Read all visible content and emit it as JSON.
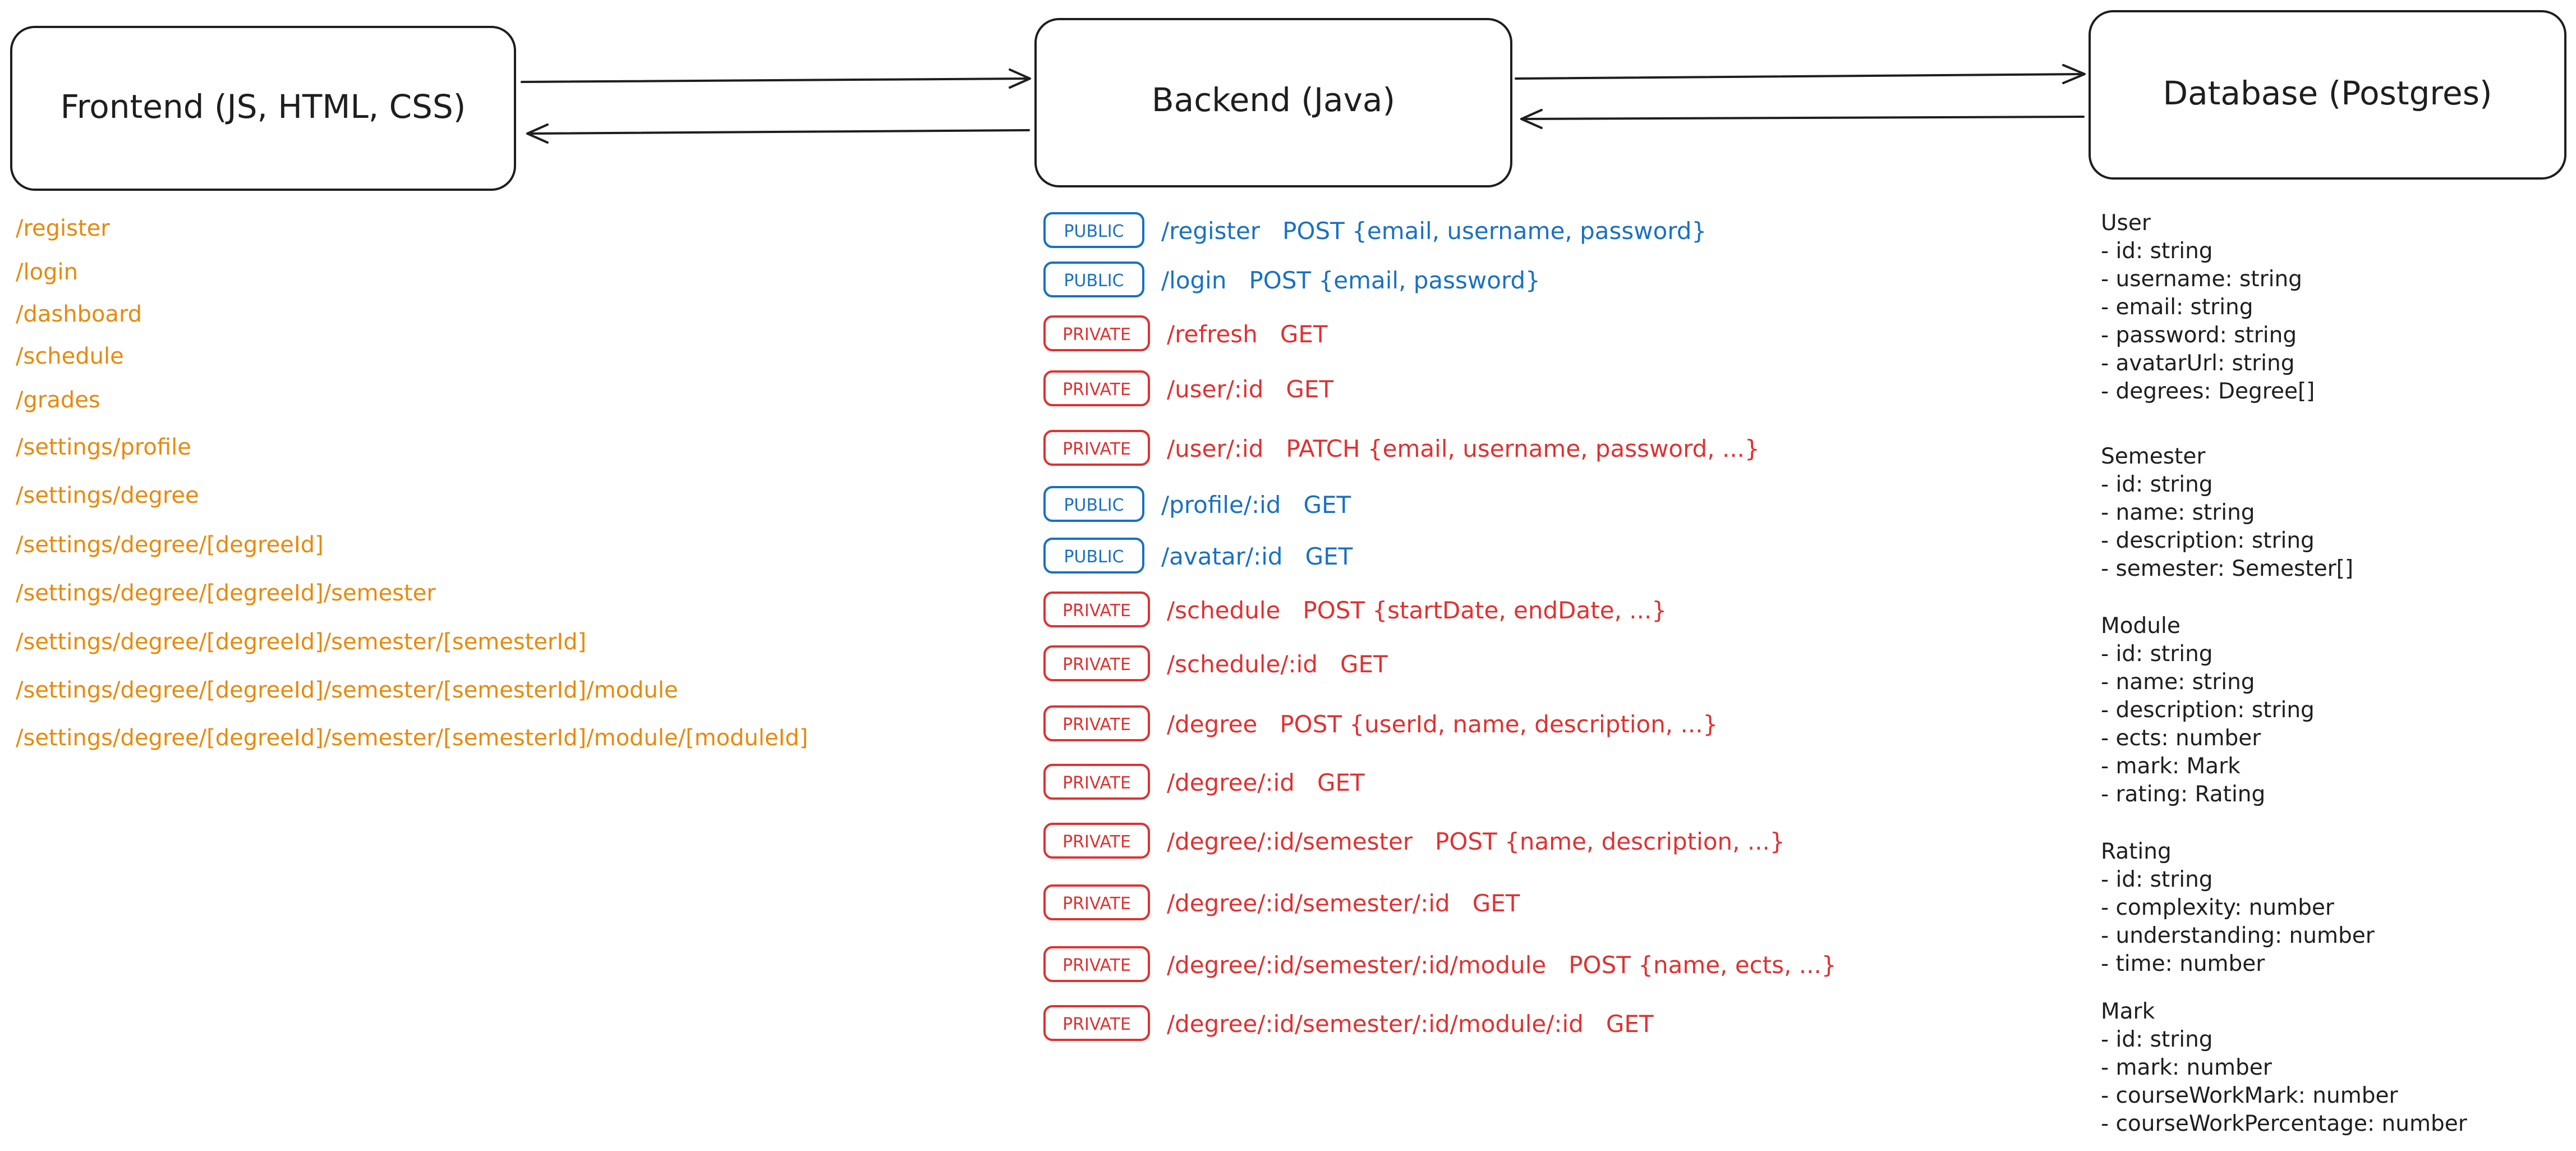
{
  "boxes": {
    "frontend": "Frontend (JS, HTML, CSS)",
    "backend": "Backend (Java)",
    "database": "Database (Postgres)"
  },
  "frontend_routes": [
    "/register",
    "/login",
    "/dashboard",
    "/schedule",
    "/grades",
    "/settings/profile",
    "/settings/degree",
    "/settings/degree/[degreeId]",
    "/settings/degree/[degreeId]/semester",
    "/settings/degree/[degreeId]/semester/[semesterId]",
    "/settings/degree/[degreeId]/semester/[semesterId]/module",
    "/settings/degree/[degreeId]/semester/[semesterId]/module/[moduleId]"
  ],
  "endpoints": [
    {
      "access": "PUBLIC",
      "path": "/register",
      "desc": "POST {email, username, password}"
    },
    {
      "access": "PUBLIC",
      "path": "/login",
      "desc": "POST {email, password}"
    },
    {
      "access": "PRIVATE",
      "path": "/refresh",
      "desc": "GET"
    },
    {
      "access": "PRIVATE",
      "path": "/user/:id",
      "desc": "GET"
    },
    {
      "access": "PRIVATE",
      "path": "/user/:id",
      "desc": "PATCH {email, username, password, ...}"
    },
    {
      "access": "PUBLIC",
      "path": "/profile/:id",
      "desc": "GET"
    },
    {
      "access": "PUBLIC",
      "path": "/avatar/:id",
      "desc": "GET"
    },
    {
      "access": "PRIVATE",
      "path": "/schedule",
      "desc": "POST {startDate, endDate, ...}"
    },
    {
      "access": "PRIVATE",
      "path": "/schedule/:id",
      "desc": "GET"
    },
    {
      "access": "PRIVATE",
      "path": "/degree",
      "desc": "POST {userId, name, description, ...}"
    },
    {
      "access": "PRIVATE",
      "path": "/degree/:id",
      "desc": "GET"
    },
    {
      "access": "PRIVATE",
      "path": "/degree/:id/semester",
      "desc": "POST {name, description, ...}"
    },
    {
      "access": "PRIVATE",
      "path": "/degree/:id/semester/:id",
      "desc": "GET"
    },
    {
      "access": "PRIVATE",
      "path": "/degree/:id/semester/:id/module",
      "desc": "POST {name, ects, ...}"
    },
    {
      "access": "PRIVATE",
      "path": "/degree/:id/semester/:id/module/:id",
      "desc": "GET"
    }
  ],
  "schemas": [
    {
      "name": "User",
      "fields": [
        "- id: string",
        "- username: string",
        "- email: string",
        "- password: string",
        "- avatarUrl: string",
        "- degrees: Degree[]"
      ]
    },
    {
      "name": "Semester",
      "fields": [
        "- id: string",
        "- name: string",
        "- description: string",
        "- semester: Semester[]"
      ]
    },
    {
      "name": "Module",
      "fields": [
        "- id: string",
        "- name: string",
        "- description: string",
        "- ects: number",
        "- mark: Mark",
        "- rating: Rating"
      ]
    },
    {
      "name": "Rating",
      "fields": [
        "- id: string",
        "- complexity: number",
        "- understanding: number",
        "- time: number"
      ]
    },
    {
      "name": "Mark",
      "fields": [
        "- id: string",
        "- mark: number",
        "- courseWorkMark: number",
        "- courseWorkPercentage: number"
      ]
    }
  ],
  "colors": {
    "route": "#e8890c",
    "path": "#2f9e44",
    "public": "#1971c2",
    "private": "#e03131",
    "stroke": "#1e1e1e"
  }
}
